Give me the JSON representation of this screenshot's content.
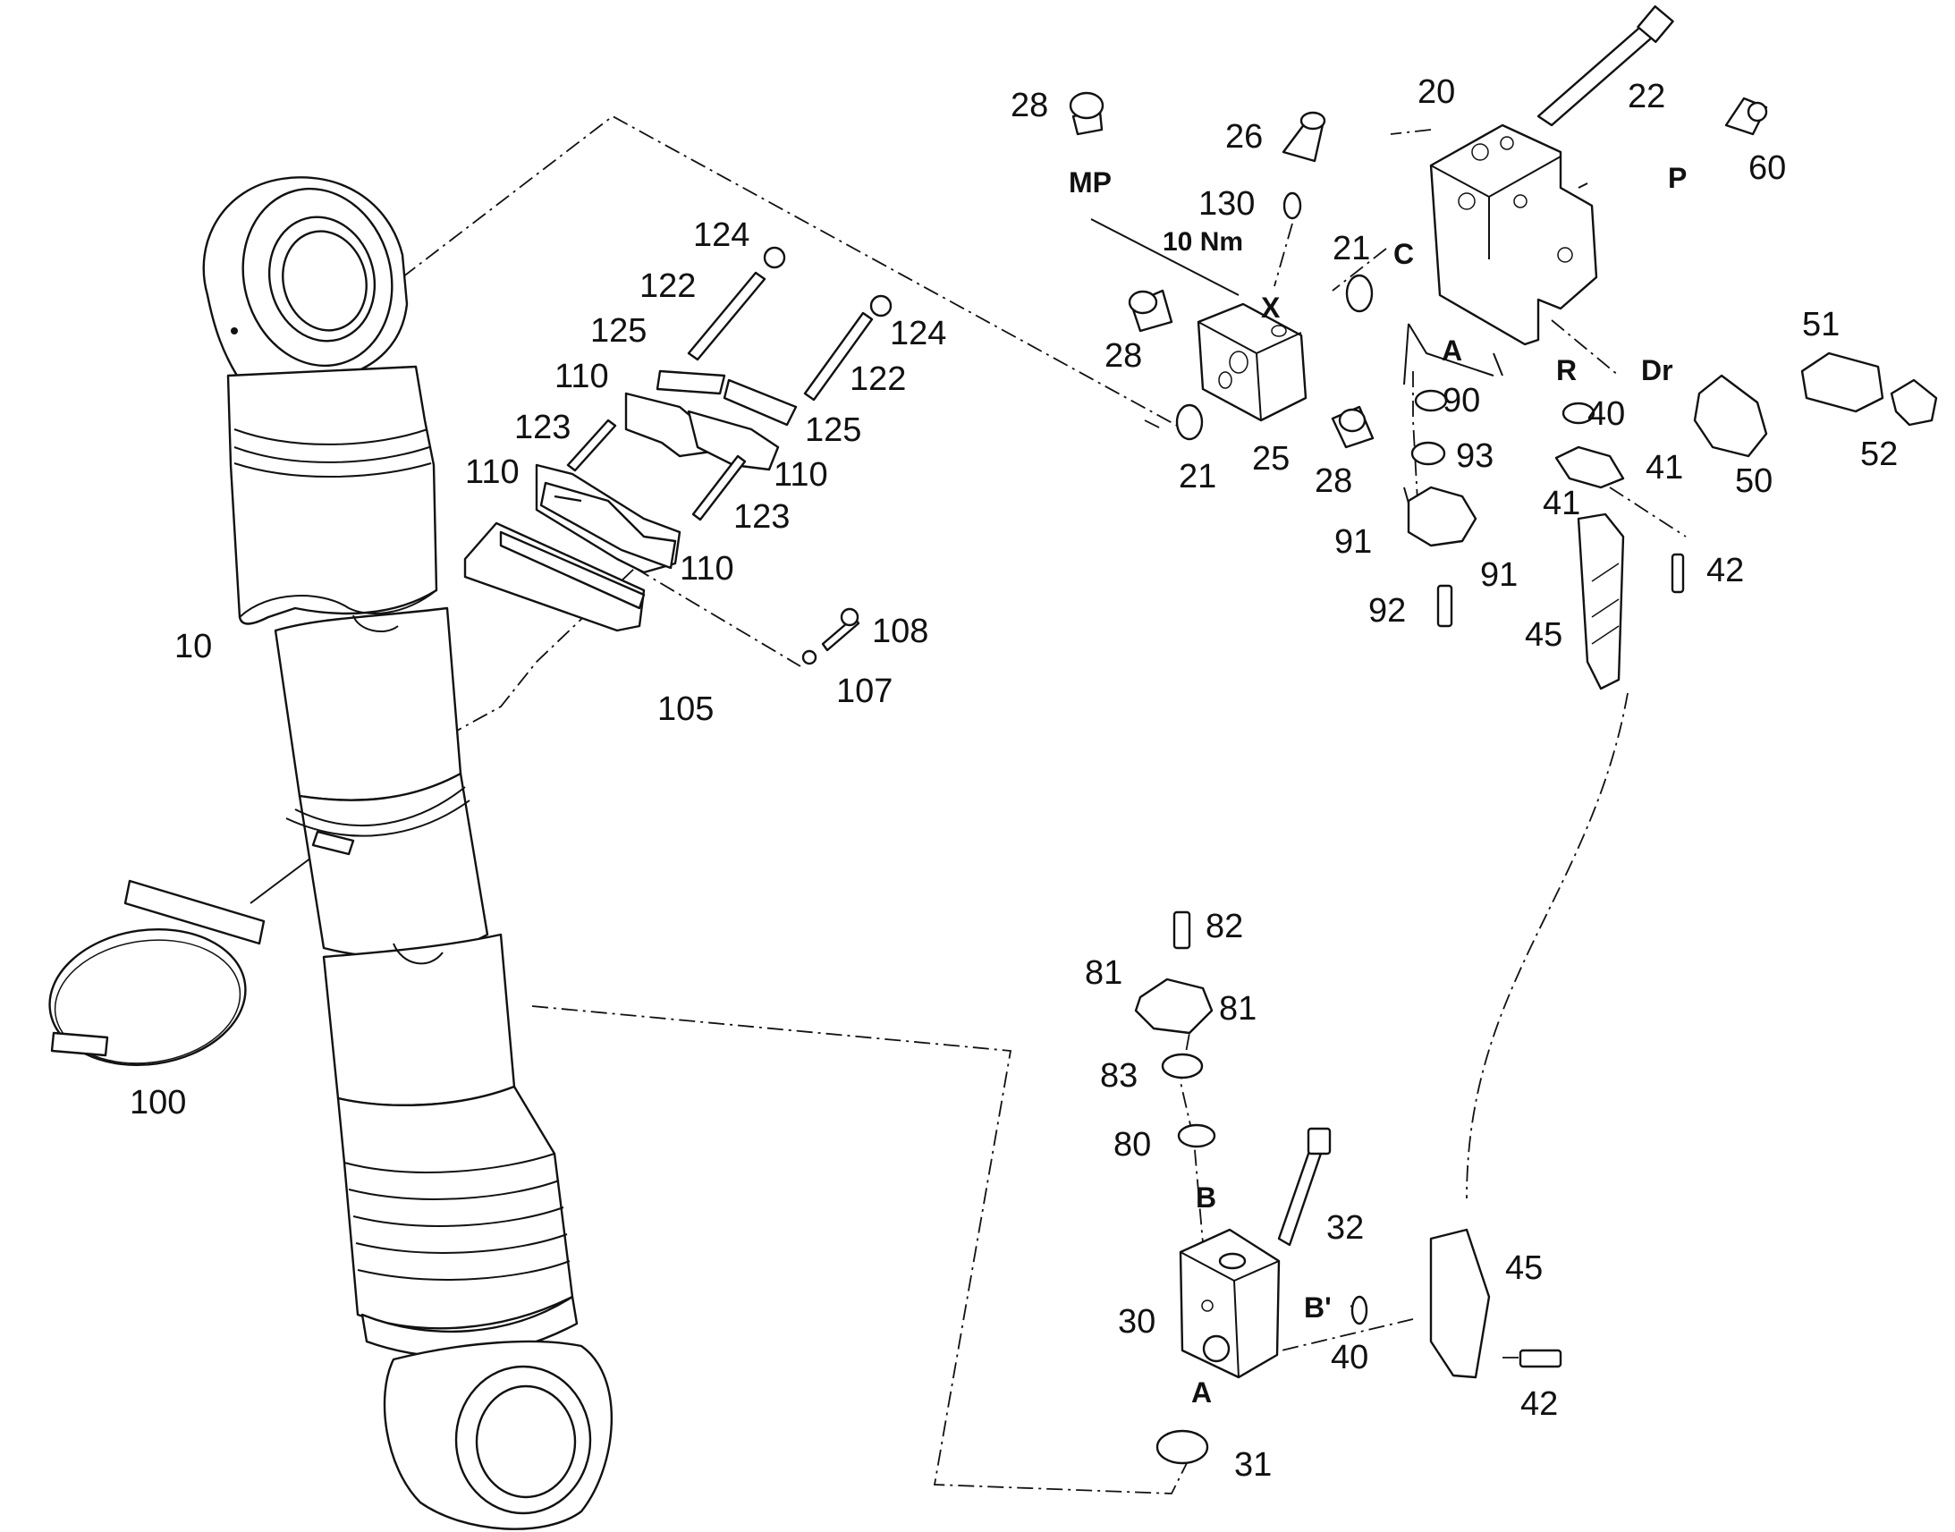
{
  "callouts": [
    {
      "id": "c-10",
      "text": "10"
    },
    {
      "id": "c-100",
      "text": "100"
    },
    {
      "id": "c-105",
      "text": "105"
    },
    {
      "id": "c-107",
      "text": "107"
    },
    {
      "id": "c-108",
      "text": "108"
    },
    {
      "id": "c-110a",
      "text": "110"
    },
    {
      "id": "c-110b",
      "text": "110"
    },
    {
      "id": "c-110c",
      "text": "110"
    },
    {
      "id": "c-110d",
      "text": "110"
    },
    {
      "id": "c-122a",
      "text": "122"
    },
    {
      "id": "c-122b",
      "text": "122"
    },
    {
      "id": "c-123a",
      "text": "123"
    },
    {
      "id": "c-123b",
      "text": "123"
    },
    {
      "id": "c-124a",
      "text": "124"
    },
    {
      "id": "c-124b",
      "text": "124"
    },
    {
      "id": "c-125a",
      "text": "125"
    },
    {
      "id": "c-125b",
      "text": "125"
    },
    {
      "id": "c-20",
      "text": "20"
    },
    {
      "id": "c-21a",
      "text": "21"
    },
    {
      "id": "c-21b",
      "text": "21"
    },
    {
      "id": "c-22",
      "text": "22"
    },
    {
      "id": "c-25",
      "text": "25"
    },
    {
      "id": "c-26",
      "text": "26"
    },
    {
      "id": "c-28a",
      "text": "28"
    },
    {
      "id": "c-28b",
      "text": "28"
    },
    {
      "id": "c-28c",
      "text": "28"
    },
    {
      "id": "c-130",
      "text": "130"
    },
    {
      "id": "c-60",
      "text": "60"
    },
    {
      "id": "c-90",
      "text": "90"
    },
    {
      "id": "c-93",
      "text": "93"
    },
    {
      "id": "c-91a",
      "text": "91"
    },
    {
      "id": "c-91b",
      "text": "91"
    },
    {
      "id": "c-92",
      "text": "92"
    },
    {
      "id": "c-40a",
      "text": "40"
    },
    {
      "id": "c-41a",
      "text": "41"
    },
    {
      "id": "c-41b",
      "text": "41"
    },
    {
      "id": "c-42a",
      "text": "42"
    },
    {
      "id": "c-45a",
      "text": "45"
    },
    {
      "id": "c-50",
      "text": "50"
    },
    {
      "id": "c-51",
      "text": "51"
    },
    {
      "id": "c-52",
      "text": "52"
    },
    {
      "id": "c-82",
      "text": "82"
    },
    {
      "id": "c-81a",
      "text": "81"
    },
    {
      "id": "c-81b",
      "text": "81"
    },
    {
      "id": "c-83",
      "text": "83"
    },
    {
      "id": "c-80",
      "text": "80"
    },
    {
      "id": "c-32",
      "text": "32"
    },
    {
      "id": "c-30",
      "text": "30"
    },
    {
      "id": "c-40b",
      "text": "40"
    },
    {
      "id": "c-45b",
      "text": "45"
    },
    {
      "id": "c-42b",
      "text": "42"
    },
    {
      "id": "c-31",
      "text": "31"
    }
  ],
  "ports": {
    "mp": "MP",
    "x": "X",
    "c": "C",
    "p": "P",
    "r": "R",
    "dr": "Dr",
    "a_top": "A",
    "b": "B",
    "b_prime": "B'",
    "a_bottom": "A"
  },
  "torque_note": "10 Nm"
}
